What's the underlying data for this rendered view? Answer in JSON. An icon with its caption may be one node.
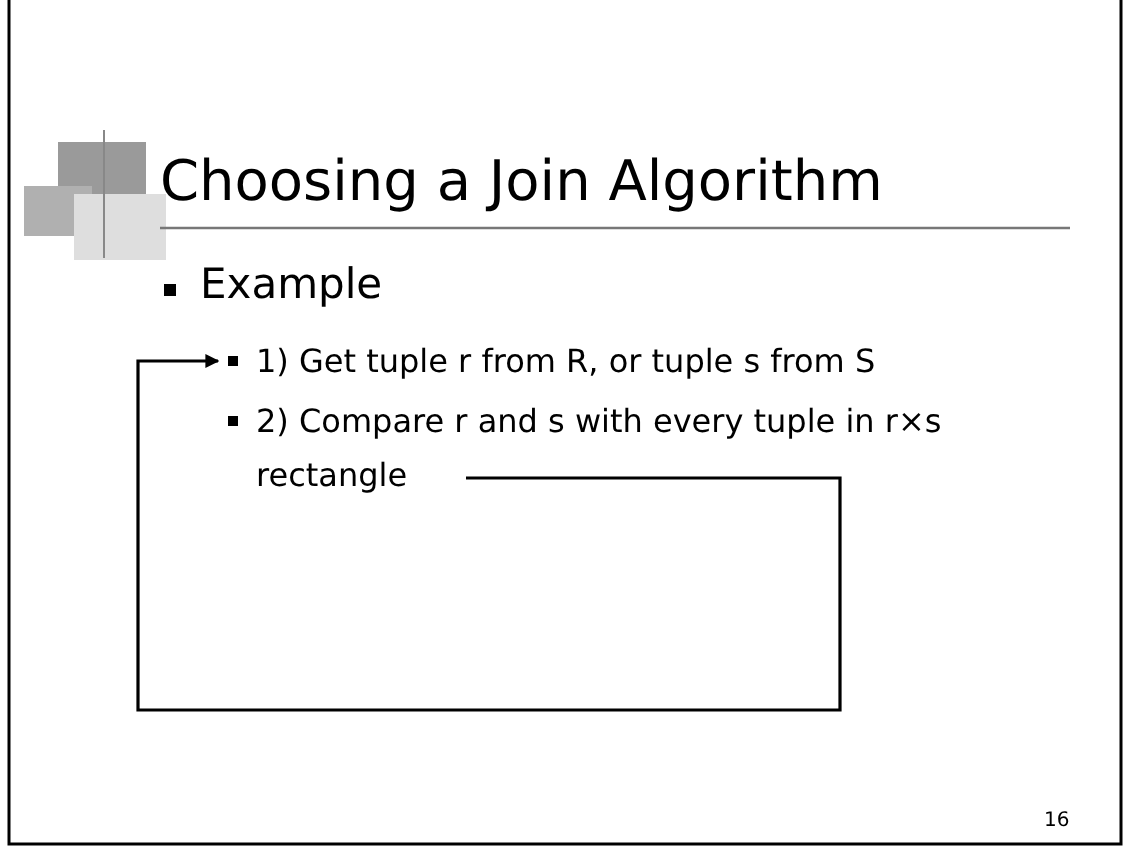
{
  "diagram": {
    "title": "Choosing a Join Algorithm",
    "nodes": [
      {
        "text": [
          "1) Get tuple r from R, or tuple s from S"
        ]
      },
      {
        "text": [
          "2) Compare r and s with every tuple in r×s rectangle"
        ]
      }
    ],
    "edges": [
      {
        "from": 1,
        "to": 0,
        "arrow": "to"
      }
    ],
    "labels": [
      "Example",
      "16"
    ]
  }
}
